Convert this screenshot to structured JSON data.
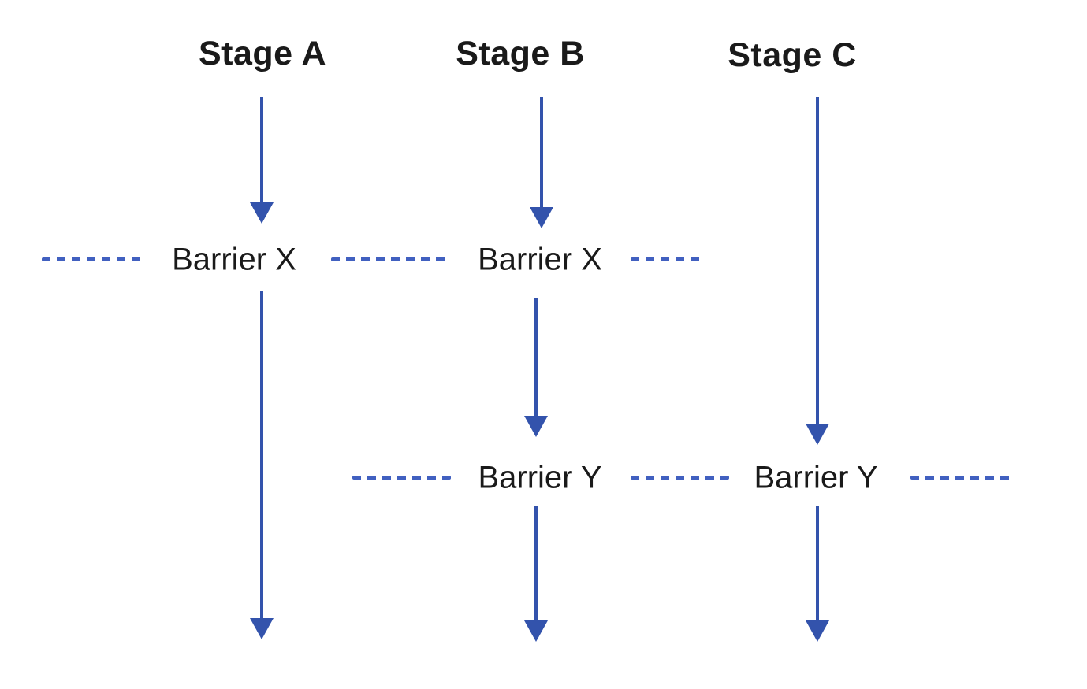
{
  "diagram": {
    "type": "pipeline-barrier-diagram",
    "stages": [
      {
        "label": "Stage A"
      },
      {
        "label": "Stage B"
      },
      {
        "label": "Stage C"
      }
    ],
    "barriers": {
      "x": {
        "label": "Barrier X",
        "spans_stages": [
          "Stage A",
          "Stage B"
        ]
      },
      "y": {
        "label": "Barrier Y",
        "spans_stages": [
          "Stage B",
          "Stage C"
        ]
      }
    },
    "colors": {
      "arrow": "#3353ac",
      "dash": "#4160c0",
      "text": "#1a1a1a",
      "background": "#ffffff"
    }
  }
}
